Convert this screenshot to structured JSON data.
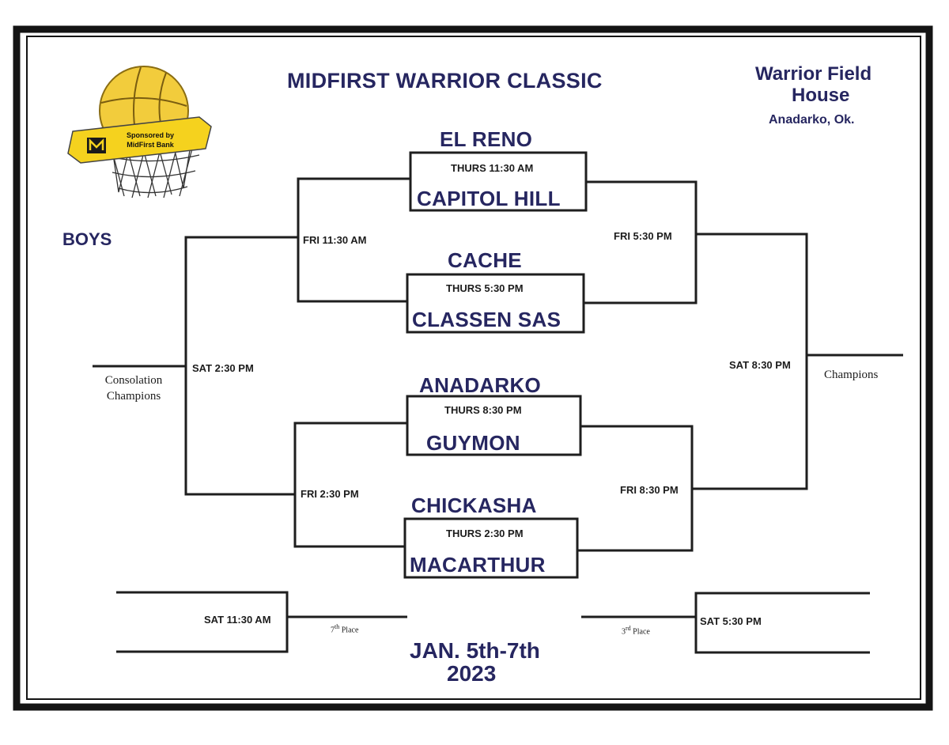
{
  "header": {
    "title": "MIDFIRST WARRIOR CLASSIC",
    "venue_line1": "Warrior Field",
    "venue_line2": "House",
    "location": "Anadarko, Ok."
  },
  "division": "BOYS",
  "logo": {
    "sponsor_line1": "Sponsored by",
    "sponsor_line2": "MidFirst Bank",
    "icon": "basketball-hoop-icon",
    "colors": {
      "ball": "#f2cc3c",
      "banner": "#f5d21e",
      "net": "#333333"
    }
  },
  "first_round": [
    {
      "top_team": "EL RENO",
      "time": "THURS 11:30 AM",
      "bottom_team": "CAPITOL HILL"
    },
    {
      "top_team": "CACHE",
      "time": "THURS 5:30 PM",
      "bottom_team": "CLASSEN SAS"
    },
    {
      "top_team": "ANADARKO",
      "time": "THURS 8:30 PM",
      "bottom_team": "GUYMON"
    },
    {
      "top_team": "CHICKASHA",
      "time": "THURS 2:30 PM",
      "bottom_team": "MACARTHUR"
    }
  ],
  "games": {
    "fri_1130": "FRI 11:30 AM",
    "fri_530": "FRI 5:30 PM",
    "fri_230": "FRI 2:30 PM",
    "fri_830": "FRI 8:30 PM",
    "sat_230": "SAT 2:30 PM",
    "sat_830": "SAT 8:30 PM",
    "sat_1130": "SAT 11:30 AM",
    "sat_530": "SAT 5:30 PM"
  },
  "results": {
    "consolation_line1": "Consolation",
    "consolation_line2": "Champions",
    "champions": "Champions",
    "seventh_num": "7",
    "seventh_sup": "th",
    "seventh_word": "Place",
    "third_num": "3",
    "third_sup": "rd",
    "third_word": "Place"
  },
  "dates": {
    "range": "JAN. 5th-7th",
    "year": "2023"
  },
  "colors": {
    "text": "#262660",
    "lines": "#1e1e1e"
  }
}
